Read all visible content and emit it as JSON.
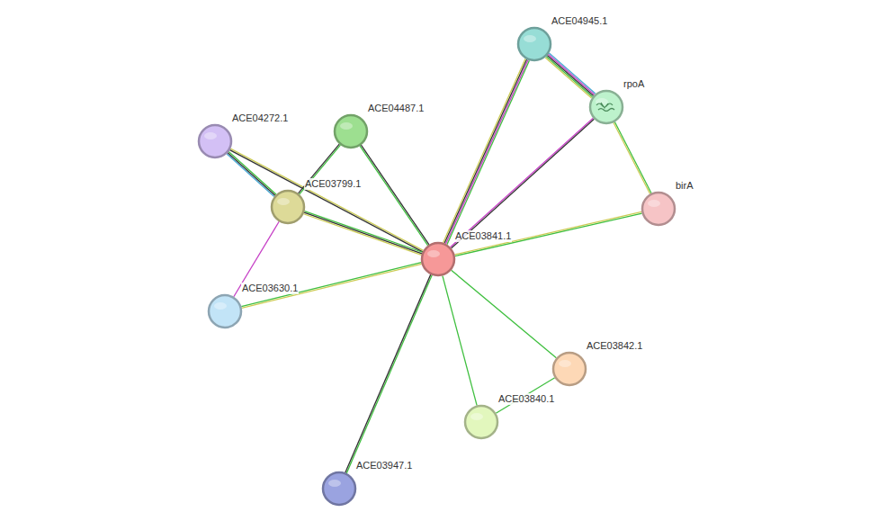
{
  "diagram": {
    "nodes": [
      {
        "text": [
          "ACE04945.1"
        ]
      },
      {
        "text": [
          "rpoA"
        ]
      },
      {
        "text": [
          "ACE04272.1"
        ]
      },
      {
        "text": [
          "ACE04487.1"
        ]
      },
      {
        "text": [
          "birA"
        ]
      },
      {
        "text": [
          "ACE03799.1"
        ]
      },
      {
        "text": [
          "ACE03841.1"
        ]
      },
      {
        "text": [
          "ACE03630.1"
        ]
      },
      {
        "text": [
          "ACE03842.1"
        ]
      },
      {
        "text": [
          "ACE03840.1"
        ]
      },
      {
        "text": [
          "ACE03947.1"
        ]
      }
    ],
    "edges": [
      {
        "from": 0,
        "to": 6,
        "arrow": "none"
      },
      {
        "from": 0,
        "to": 1,
        "arrow": "none"
      },
      {
        "from": 1,
        "to": 6,
        "arrow": "none"
      },
      {
        "from": 1,
        "to": 4,
        "arrow": "none"
      },
      {
        "from": 4,
        "to": 6,
        "arrow": "none"
      },
      {
        "from": 2,
        "to": 5,
        "arrow": "none"
      },
      {
        "from": 2,
        "to": 6,
        "arrow": "none"
      },
      {
        "from": 3,
        "to": 5,
        "arrow": "none"
      },
      {
        "from": 3,
        "to": 6,
        "arrow": "none"
      },
      {
        "from": 5,
        "to": 6,
        "arrow": "none"
      },
      {
        "from": 5,
        "to": 7,
        "arrow": "none"
      },
      {
        "from": 7,
        "to": 6,
        "arrow": "none"
      },
      {
        "from": 6,
        "to": 8,
        "arrow": "none"
      },
      {
        "from": 6,
        "to": 9,
        "arrow": "none"
      },
      {
        "from": 8,
        "to": 9,
        "arrow": "none"
      },
      {
        "from": 6,
        "to": 10,
        "arrow": "none"
      }
    ]
  }
}
